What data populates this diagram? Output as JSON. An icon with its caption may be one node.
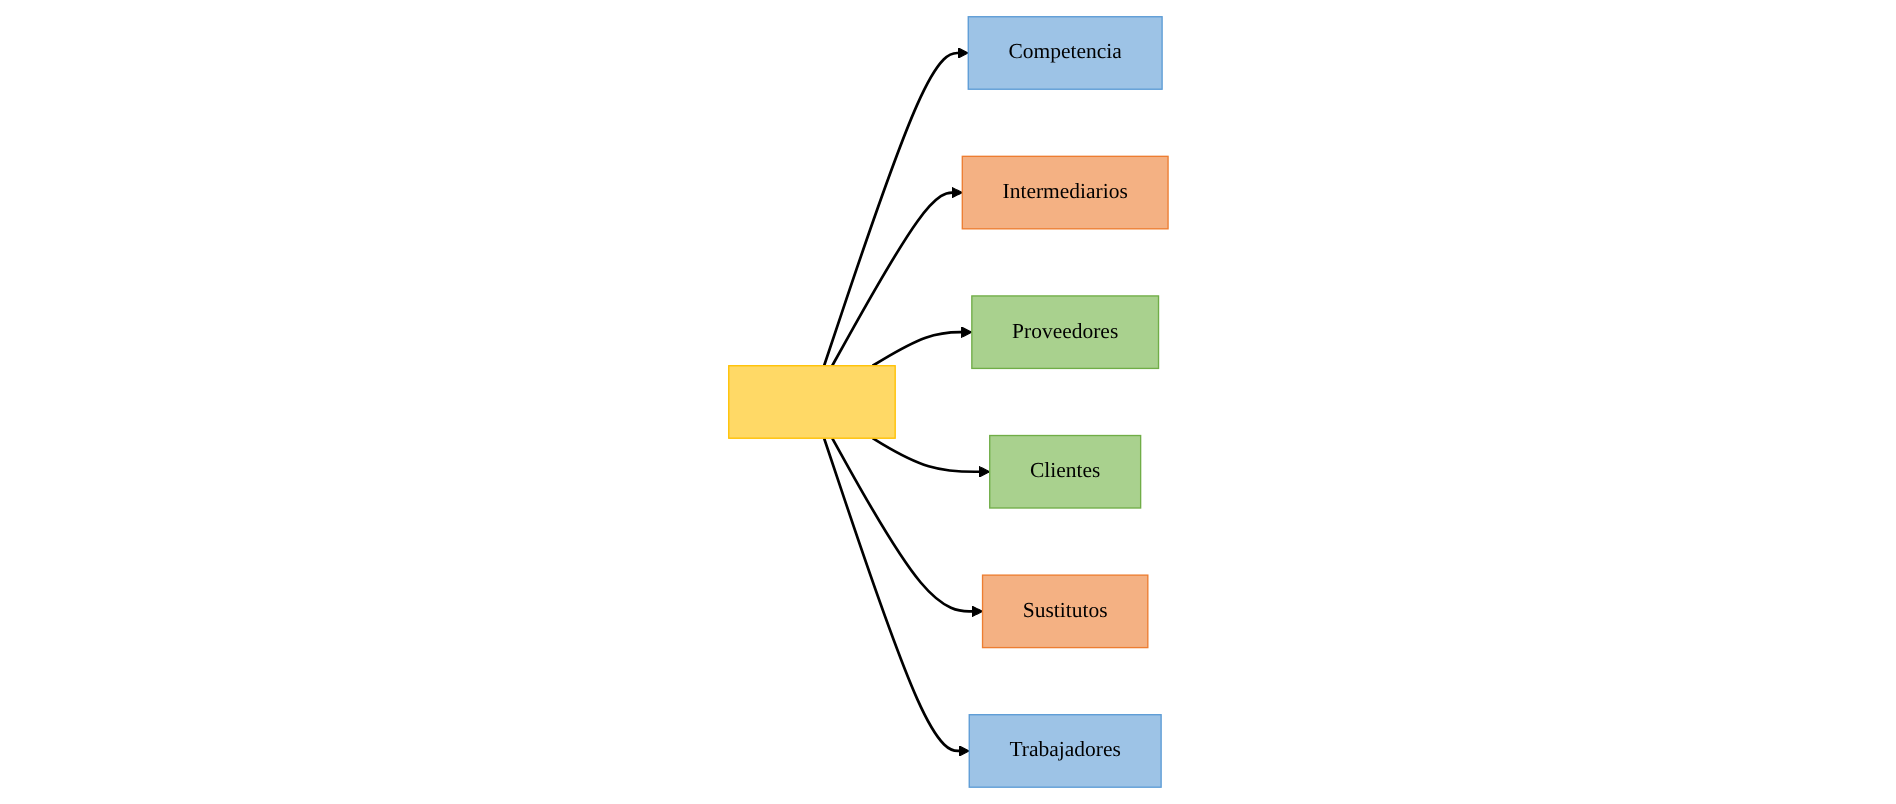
{
  "diagram": {
    "nodes": [
      {
        "text": [
          "Competencia"
        ]
      },
      {
        "text": [
          "Intermediarios"
        ]
      },
      {
        "text": [
          "Proveedores"
        ]
      },
      {
        "text": [],
        "shape": "box"
      },
      {
        "text": [
          "Clientes"
        ]
      },
      {
        "text": [
          "Sustitutos"
        ]
      },
      {
        "text": [
          "Trabajadores"
        ]
      }
    ],
    "edges": [
      {
        "from": 3,
        "to": 0,
        "arrow": "to"
      },
      {
        "from": 3,
        "to": 1,
        "arrow": "to"
      },
      {
        "from": 3,
        "to": 2,
        "arrow": "to"
      },
      {
        "from": 3,
        "to": 4,
        "arrow": "to"
      },
      {
        "from": 3,
        "to": 5,
        "arrow": "to"
      },
      {
        "from": 3,
        "to": 6,
        "arrow": "to"
      }
    ]
  }
}
